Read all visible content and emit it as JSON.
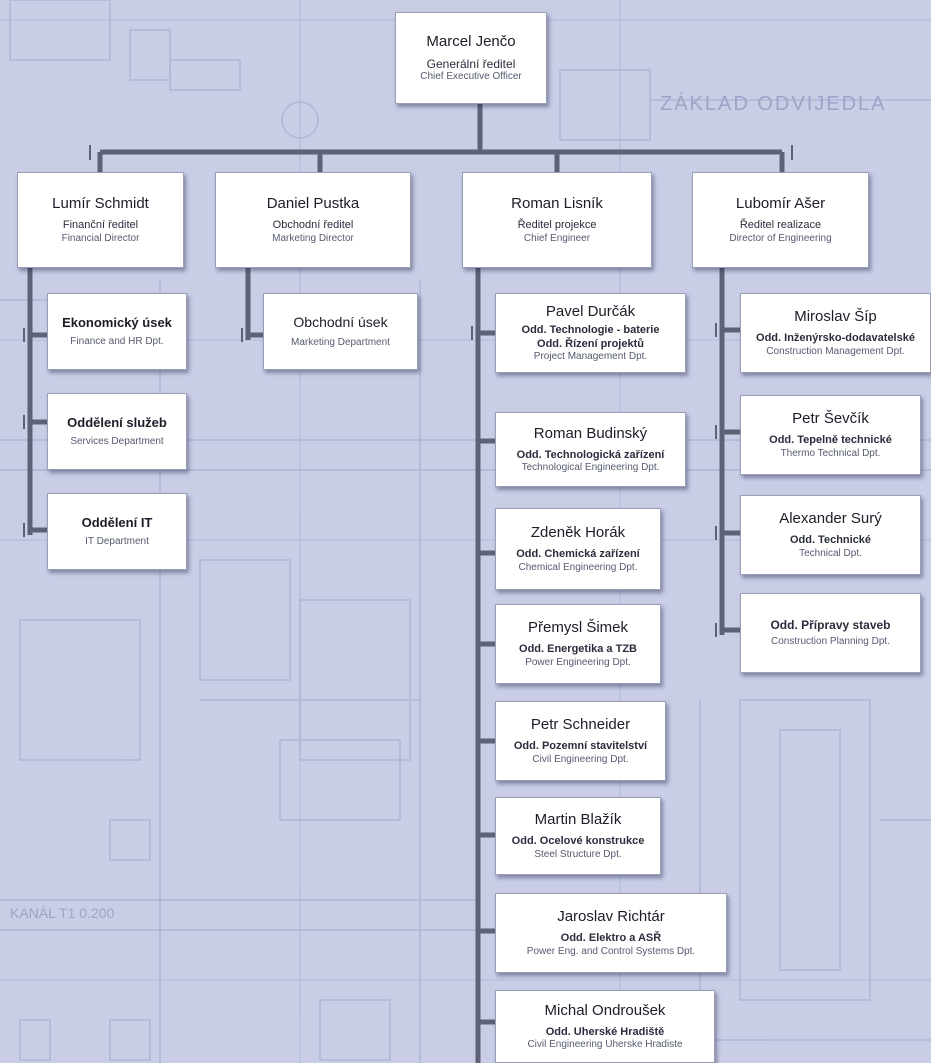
{
  "ceo": {
    "name": "Marcel Jenčo",
    "title_cz": "Generální ředitel",
    "title_en": "Chief Executive Officer"
  },
  "directors": [
    {
      "name": "Lumír Schmidt",
      "title_cz": "Finanční ředitel",
      "title_en": "Financial Director"
    },
    {
      "name": "Daniel Pustka",
      "title_cz": "Obchodní ředitel",
      "title_en": "Marketing Director"
    },
    {
      "name": "Roman Lisník",
      "title_cz": "Ředitel projekce",
      "title_en": "Chief Engineer"
    },
    {
      "name": "Lubomír Ašer",
      "title_cz": "Ředitel realizace",
      "title_en": "Director of Engineering"
    }
  ],
  "finance_units": [
    {
      "cz": "Ekonomický úsek",
      "en": "Finance and HR Dpt."
    },
    {
      "cz": "Oddělení služeb",
      "en": "Services Department"
    },
    {
      "cz": "Oddělení IT",
      "en": "IT Department"
    }
  ],
  "marketing_units": [
    {
      "cz": "Obchodní úsek",
      "en": "Marketing Department"
    }
  ],
  "engineering_units": [
    {
      "name": "Pavel Durčák",
      "cz": "Odd. Technologie - baterie",
      "cz2": "Odd. Řízení projektů",
      "en": "Project Management Dpt."
    },
    {
      "name": "Roman Budinský",
      "cz": "Odd. Technologická zařízení",
      "en": "Technological Engineering Dpt."
    },
    {
      "name": "Zdeněk Horák",
      "cz": "Odd. Chemická zařízení",
      "en": "Chemical Engineering Dpt."
    },
    {
      "name": "Přemysl Šimek",
      "cz": "Odd. Energetika a TZB",
      "en": "Power Engineering Dpt."
    },
    {
      "name": "Petr Schneider",
      "cz": "Odd. Pozemní stavitelství",
      "en": "Civil Engineering Dpt."
    },
    {
      "name": "Martin Blažík",
      "cz": "Odd. Ocelové konstrukce",
      "en": "Steel Structure Dpt."
    },
    {
      "name": "Jaroslav Richtár",
      "cz": "Odd. Elektro a ASŘ",
      "en": "Power Eng. and Control Systems Dpt."
    },
    {
      "name": "Michal Ondroušek",
      "cz": "Odd. Uherské Hradiště",
      "en": "Civil Engineering Uherske Hradiste"
    }
  ],
  "realization_units": [
    {
      "name": "Miroslav Šíp",
      "cz": "Odd. Inženýrsko-dodavatelské",
      "en": "Construction Management Dpt."
    },
    {
      "name": "Petr Ševčík",
      "cz": "Odd. Tepelně technické",
      "en": "Thermo Technical Dpt."
    },
    {
      "name": "Alexander Surý",
      "cz": "Odd. Technické",
      "en": "Technical Dpt."
    },
    {
      "cz": "Odd. Přípravy staveb",
      "en": "Construction Planning Dpt."
    }
  ],
  "background_labels": {
    "label_a": "ZÁKLAD ODVIJEDLA",
    "label_b": "KANÁL T1 0.200"
  }
}
